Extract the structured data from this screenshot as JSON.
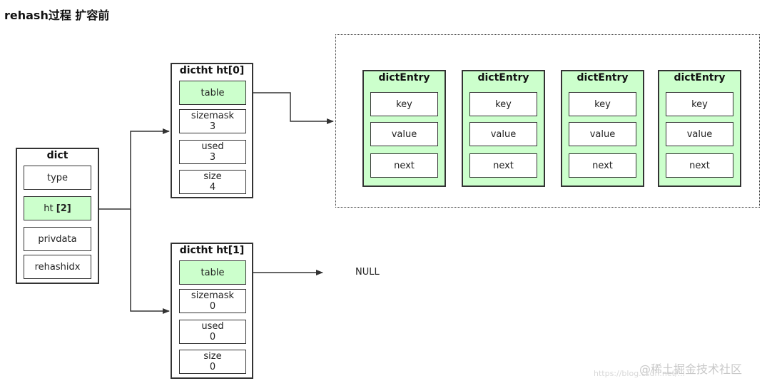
{
  "title": "rehash过程  扩容前",
  "dict": {
    "header": "dict",
    "type": "type",
    "ht_prefix": "ht ",
    "ht_bold": "[2]",
    "privdata": "privdata",
    "rehashidx": "rehashidx"
  },
  "ht0": {
    "header": "dictht ht[0]",
    "table": "table",
    "sizemask_label": "sizemask",
    "sizemask_value": "3",
    "used_label": "used",
    "used_value": "3",
    "size_label": "size",
    "size_value": "4"
  },
  "ht1": {
    "header": "dictht ht[1]",
    "table": "table",
    "sizemask_label": "sizemask",
    "sizemask_value": "0",
    "used_label": "used",
    "used_value": "0",
    "size_label": "size",
    "size_value": "0"
  },
  "entries": [
    {
      "header": "dictEntry",
      "key": "key",
      "value": "value",
      "next": "next"
    },
    {
      "header": "dictEntry",
      "key": "key",
      "value": "value",
      "next": "next"
    },
    {
      "header": "dictEntry",
      "key": "key",
      "value": "value",
      "next": "next"
    },
    {
      "header": "dictEntry",
      "key": "key",
      "value": "value",
      "next": "next"
    }
  ],
  "null_label": "NULL",
  "watermark": "@稀土掘金技术社区",
  "watermark_url": "https://blog.csdn.net/..."
}
